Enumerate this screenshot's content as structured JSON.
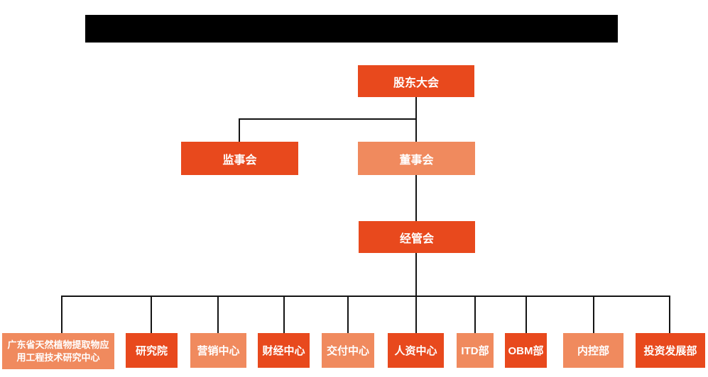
{
  "colors": {
    "primary": "#E8491D",
    "secondary": "#F08A5E",
    "line": "#141414",
    "redacted": "#000000",
    "text_on_node": "#FFFFFF",
    "background": "#FFFFFF"
  },
  "title_bar": {
    "redacted": true,
    "text": ""
  },
  "org_chart": {
    "root": {
      "label": "股东大会",
      "variant": "dark"
    },
    "level2": [
      {
        "label": "监事会",
        "variant": "dark"
      },
      {
        "label": "董事会",
        "variant": "light"
      }
    ],
    "level3": {
      "label": "经管会",
      "variant": "dark"
    },
    "departments": [
      {
        "label": "广东省天然植物提取物应用工程技术研究中心",
        "variant": "light"
      },
      {
        "label": "研究院",
        "variant": "dark"
      },
      {
        "label": "营销中心",
        "variant": "light"
      },
      {
        "label": "财经中心",
        "variant": "dark"
      },
      {
        "label": "交付中心",
        "variant": "light"
      },
      {
        "label": "人资中心",
        "variant": "dark"
      },
      {
        "label": "ITD部",
        "variant": "light"
      },
      {
        "label": "OBM部",
        "variant": "dark"
      },
      {
        "label": "内控部",
        "variant": "light"
      },
      {
        "label": "投资发展部",
        "variant": "dark"
      }
    ]
  }
}
